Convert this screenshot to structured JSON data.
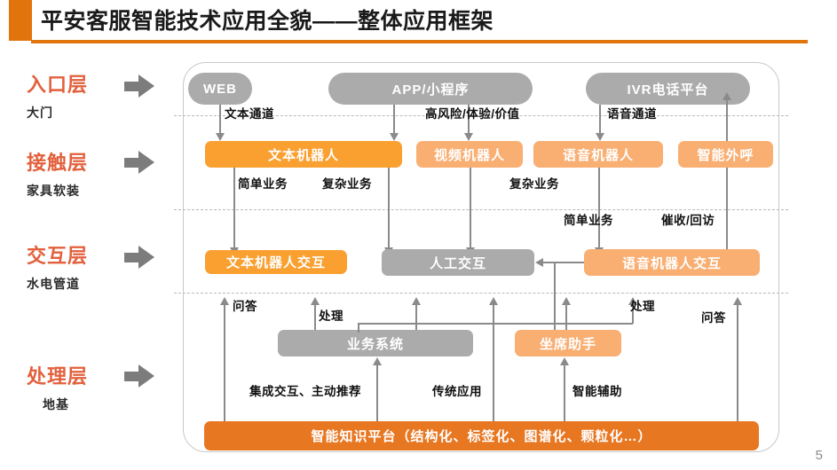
{
  "slide": {
    "title": "平安客服智能技术应用全貌——整体应用框架",
    "page_number": "5",
    "accent_color": "#E2740E"
  },
  "layers": [
    {
      "name": "入口层",
      "sub": "大门",
      "arrow": "arrow-right-icon"
    },
    {
      "name": "接触层",
      "sub": "家具软装",
      "arrow": "arrow-right-icon"
    },
    {
      "name": "交互层",
      "sub": "水电管道",
      "arrow": "arrow-right-icon"
    },
    {
      "name": "处理层",
      "sub": "地基",
      "arrow": "arrow-right-icon"
    }
  ],
  "nodes": {
    "web": "WEB",
    "app": "APP/小程序",
    "ivr": "IVR电话平台",
    "text_robot": "文本机器人",
    "video_robot": "视频机器人",
    "voice_robot": "语音机器人",
    "smart_outbound": "智能外呼",
    "text_robot_interaction": "文本机器人交互",
    "human_interaction": "人工交互",
    "voice_robot_interaction": "语音机器人交互",
    "business_system": "业务系统",
    "agent_assistant": "坐席助手",
    "knowledge_platform": "智能知识平台（结构化、标签化、图谱化、颗粒化…）"
  },
  "edge_labels": {
    "text_channel": "文本通道",
    "high_risk": "高风险/体验/价值",
    "voice_channel": "语音通道",
    "simple_business_1": "简单业务",
    "complex_business_1": "复杂业务",
    "complex_business_2": "复杂业务",
    "simple_business_2": "简单业务",
    "collection_revisit": "催收/回访",
    "qa_left": "问答",
    "handle_left": "处理",
    "handle_right": "处理",
    "qa_right": "问答",
    "integrated_interaction": "集成交互、主动推荐",
    "traditional_app": "传统应用",
    "smart_assist": "智能辅助"
  },
  "colors": {
    "gray_node": "#ABABAB",
    "orange_strong": "#F9A030",
    "orange_light": "#F9AE72",
    "orange_deep": "#E87722",
    "layer_name": "#E2603C",
    "connector": "#8a8a8a"
  }
}
